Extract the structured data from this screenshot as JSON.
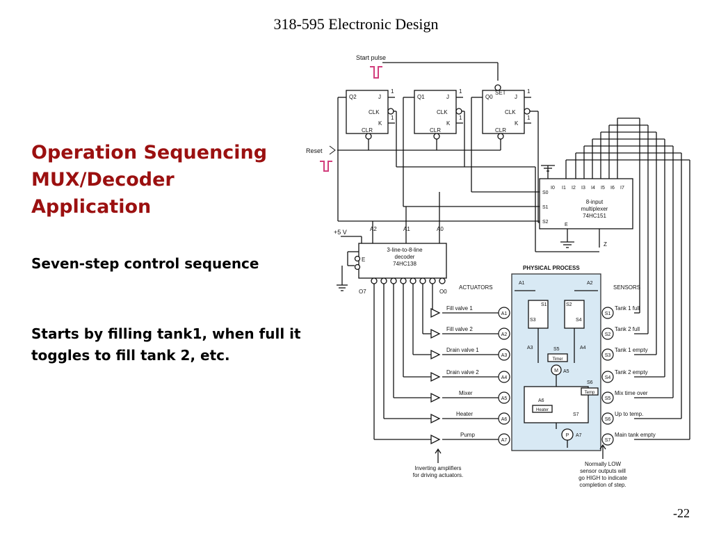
{
  "header": {
    "course": "318-595 Electronic Design"
  },
  "slide": {
    "title_lines": [
      "Operation Sequencing",
      "MUX/Decoder",
      "Application"
    ],
    "subtitle": "Seven-step control sequence",
    "description": "Starts by filling tank1, when full it toggles to fill tank 2, etc.",
    "page_number": "-22"
  },
  "diagram": {
    "start_pulse": "Start pulse",
    "reset": "Reset",
    "vcc": "+5 V",
    "flipflops": [
      {
        "q": "Q2",
        "j": "J",
        "clk": "CLK",
        "k": "K",
        "clr": "CLR",
        "one_j": "1",
        "one_k": "1"
      },
      {
        "q": "Q1",
        "j": "J",
        "clk": "CLK",
        "k": "K",
        "clr": "CLR",
        "one_j": "1",
        "one_k": "1"
      },
      {
        "q": "Q0",
        "j": "J",
        "clk": "CLK",
        "k": "K",
        "clr": "CLR",
        "set": "SET",
        "one_j": "1",
        "one_k": "1"
      }
    ],
    "mux": {
      "line1": "8-input",
      "line2": "multiplexer",
      "part": "74HC151",
      "inputs": [
        "I0",
        "I1",
        "I2",
        "I3",
        "I4",
        "I5",
        "I6",
        "I7"
      ],
      "selects": [
        "S0",
        "S1",
        "S2"
      ],
      "enable": "E",
      "output": "Z"
    },
    "decoder": {
      "line1": "3-line-to-8-line",
      "line2": "decoder",
      "part": "74HC138",
      "address": [
        "A2",
        "A1",
        "A0"
      ],
      "enable": "E",
      "o7": "O7",
      "o0": "O0"
    },
    "actuators_heading": "ACTUATORS",
    "sensors_heading": "SENSORS",
    "process_heading": "PHYSICAL PROCESS",
    "actuators": [
      {
        "label": "Fill valve 1",
        "id": "A1"
      },
      {
        "label": "Fill valve 2",
        "id": "A2"
      },
      {
        "label": "Drain valve 1",
        "id": "A3"
      },
      {
        "label": "Drain valve 2",
        "id": "A4"
      },
      {
        "label": "Mixer",
        "id": "A5"
      },
      {
        "label": "Heater",
        "id": "A6"
      },
      {
        "label": "Pump",
        "id": "A7"
      }
    ],
    "sensors": [
      {
        "label": "Tank 1 full",
        "id": "S1"
      },
      {
        "label": "Tank 2 full",
        "id": "S2"
      },
      {
        "label": "Tank 1 empty",
        "id": "S3"
      },
      {
        "label": "Tank 2 empty",
        "id": "S4"
      },
      {
        "label": "Mix time over",
        "id": "S5"
      },
      {
        "label": "Up to temp.",
        "id": "S6"
      },
      {
        "label": "Main tank empty",
        "id": "S7"
      }
    ],
    "process_labels": {
      "a1": "A1",
      "a2": "A2",
      "s1": "S1",
      "s2": "S2",
      "s3": "S3",
      "s4": "S4",
      "a3": "A3",
      "a4": "A4",
      "s5": "S5",
      "timer": "Timer",
      "motor": "M",
      "a5": "A5",
      "s6": "S6",
      "temp": "Temp",
      "a6": "A6",
      "heater": "Heater",
      "s7": "S7",
      "pump": "P",
      "a7": "A7"
    },
    "note_left": [
      "Inverting amplifiers",
      "for driving actuators."
    ],
    "note_right": [
      "Normally LOW",
      "sensor outputs will",
      "go HIGH to indicate",
      "completion of step."
    ]
  }
}
